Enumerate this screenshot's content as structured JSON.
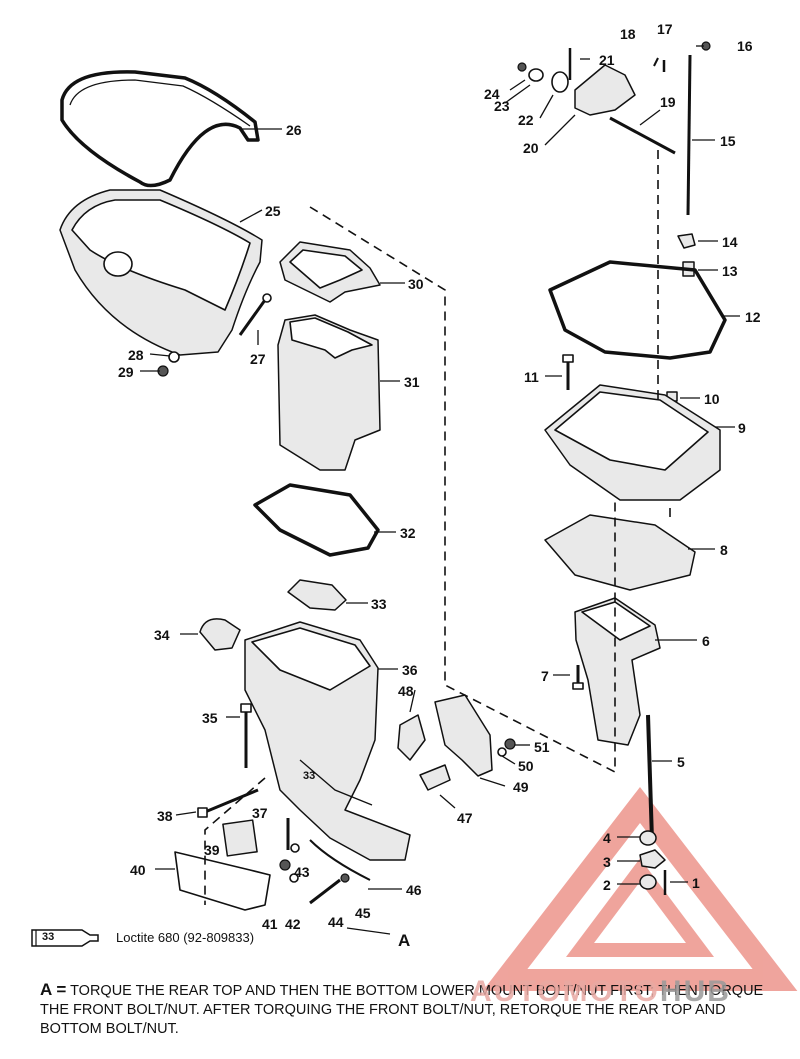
{
  "diagram": {
    "callouts": [
      "1",
      "2",
      "3",
      "4",
      "5",
      "6",
      "7",
      "8",
      "9",
      "10",
      "11",
      "12",
      "13",
      "14",
      "15",
      "16",
      "17",
      "18",
      "19",
      "20",
      "21",
      "22",
      "23",
      "24",
      "25",
      "26",
      "27",
      "28",
      "29",
      "30",
      "31",
      "32",
      "33",
      "34",
      "35",
      "36",
      "37",
      "38",
      "39",
      "40",
      "41",
      "42",
      "43",
      "44",
      "45",
      "46",
      "47",
      "48",
      "49",
      "50",
      "51"
    ],
    "part_label_33": "33",
    "detail_label": "A"
  },
  "legend": {
    "tube_label": "33",
    "text": "Loctite 680 (92-809833)"
  },
  "note": {
    "key": "A =",
    "text": "TORQUE THE REAR TOP AND THEN THE BOTTOM LOWER MOUNT BOLT/NUT FIRST; THEN TORQUE THE FRONT BOLT/NUT. AFTER TORQUING THE FRONT BOLT/NUT, RETORQUE THE REAR TOP AND BOTTOM BOLT/NUT."
  },
  "watermark": {
    "text_a": "AUTOMOTO",
    "text_b": "HUB",
    "colors": {
      "red": "#e8a9a3",
      "gray": "#9a9a9a"
    }
  }
}
